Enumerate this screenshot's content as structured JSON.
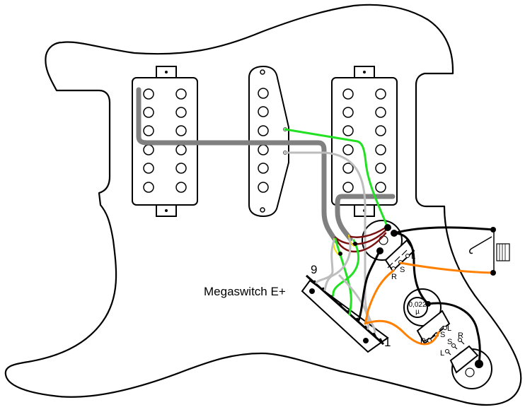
{
  "diagram": {
    "title": "Stratocaster HSH wiring with Megaswitch E+",
    "switch": {
      "label": "Megaswitch E+",
      "first_terminal": "9",
      "last_terminal": "1",
      "terminal_count": 9
    },
    "pickups": [
      {
        "id": "neck",
        "type": "humbucker",
        "pole_rows": 6,
        "pole_cols": 2
      },
      {
        "id": "middle",
        "type": "single-coil",
        "pole_count": 6
      },
      {
        "id": "bridge",
        "type": "humbucker",
        "pole_rows": 6,
        "pole_cols": 2
      }
    ],
    "pots": [
      {
        "id": "volume-pot",
        "lugs": [
          "L",
          "S",
          "R"
        ]
      },
      {
        "id": "tone-pot-1",
        "lugs": [
          "L",
          "S",
          "R"
        ]
      },
      {
        "id": "tone-pot-2",
        "lugs": [
          "L",
          "S",
          "R"
        ]
      }
    ],
    "capacitor": {
      "value_line1": "0,022",
      "value_line2": "µ"
    },
    "jack": {
      "id": "output-jack"
    },
    "wire_colors": {
      "ground_shield": "#808080",
      "hot_green": "#22e022",
      "light_gray": "#bdbdbd",
      "black": "#000000",
      "orange": "#ff8000",
      "maroon": "#7a1010",
      "yellow": "#f0e000"
    }
  }
}
